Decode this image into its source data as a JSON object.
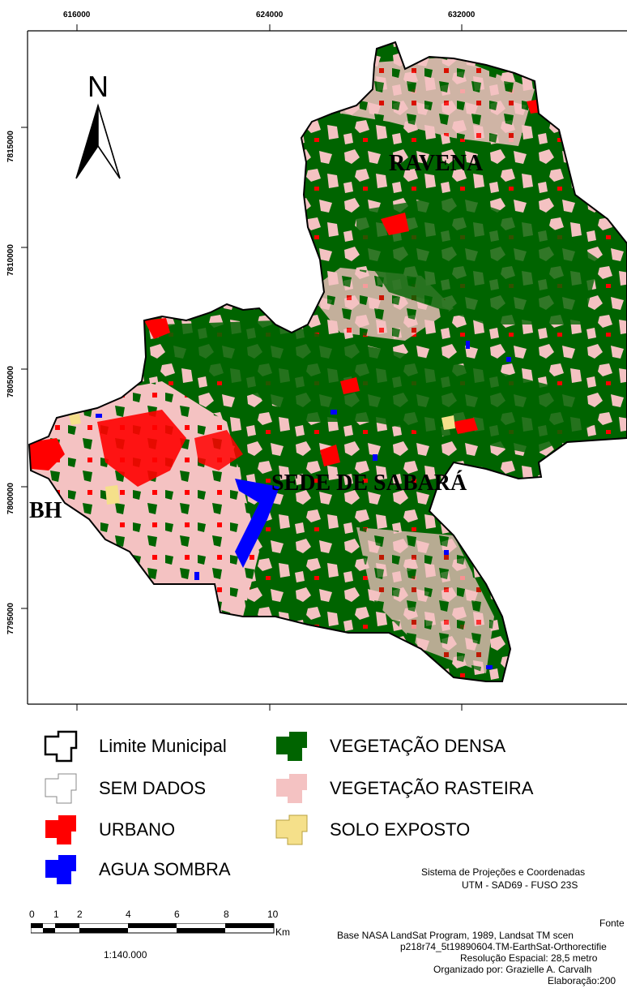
{
  "map": {
    "colors": {
      "vegetacao_densa": "#006400",
      "vegetacao_rasteira": "#f4c2c2",
      "urbano": "#ff0000",
      "agua_sombra": "#0000ff",
      "solo_exposto": "#f5e08a",
      "sem_dados": "#ffffff"
    },
    "coords_top": [
      "616000",
      "624000",
      "632000"
    ],
    "coords_left": [
      "7815000",
      "7810000",
      "7805000",
      "7800000",
      "7795000"
    ],
    "north": "N",
    "labels": {
      "ravena": "RAVENA",
      "sede": "SEDE DE SABARÁ",
      "bh": "BH"
    }
  },
  "legend": {
    "items": [
      {
        "label": "Limite Municipal",
        "icon": "outline-shape-icon"
      },
      {
        "label": "SEM DADOS",
        "icon": "white-shape-icon"
      },
      {
        "label": "URBANO",
        "icon": "red-shape-icon"
      },
      {
        "label": "AGUA SOMBRA",
        "icon": "blue-shape-icon"
      },
      {
        "label": "VEGETAÇÃO DENSA",
        "icon": "dark-green-shape-icon"
      },
      {
        "label": "VEGETAÇÃO RASTEIRA",
        "icon": "pink-shape-icon"
      },
      {
        "label": "SOLO EXPOSTO",
        "icon": "yellow-shape-icon"
      }
    ]
  },
  "projection": {
    "line1": "Sistema de Projeções e Coordenadas",
    "line2": "UTM - SAD69 - FUSO 23S"
  },
  "scalebar": {
    "ticks": [
      "0",
      "1",
      "2",
      "4",
      "6",
      "8",
      "10"
    ],
    "unit": "Km",
    "ratio": "1:140.000"
  },
  "source": {
    "line1": "Fonte",
    "line2": "Base NASA LandSat Program, 1989, Landsat TM scen",
    "line3": "p218r74_5t19890604.TM-EarthSat-Orthorectifie",
    "line4": "Resolução Espacial: 28,5 metro",
    "line5": "Organizado por: Grazielle A. Carvalh",
    "line6": "Elaboração:200"
  }
}
